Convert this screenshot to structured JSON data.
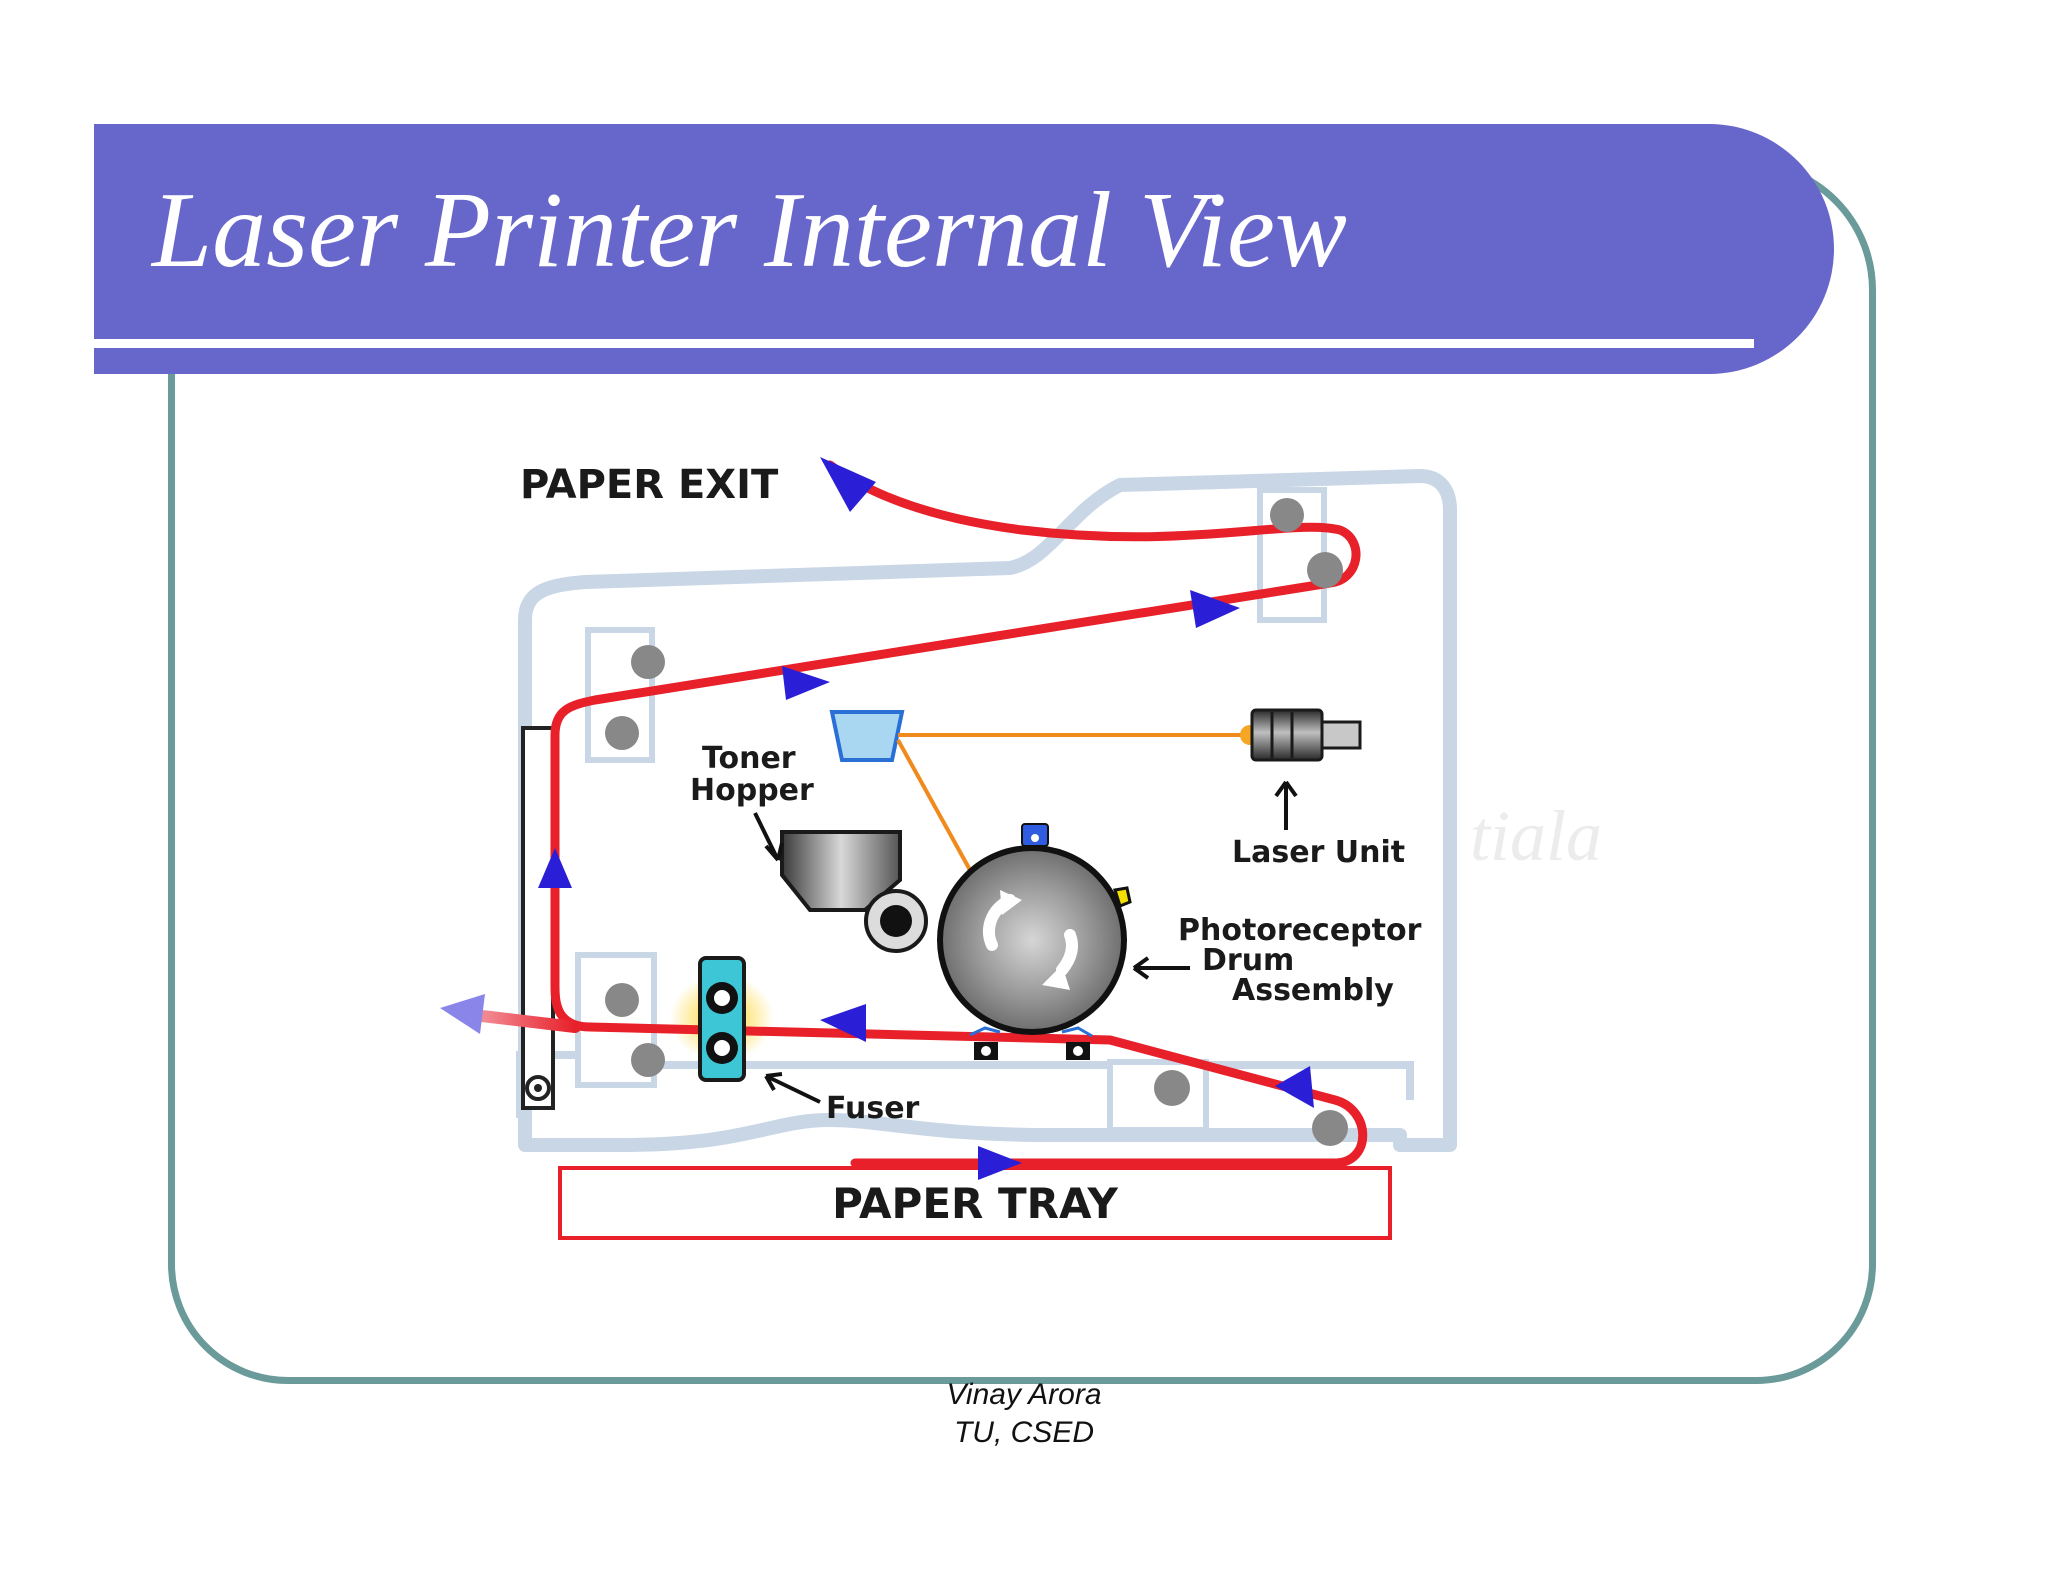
{
  "slide": {
    "title": "Laser Printer Internal View",
    "footer_line1": "Vinay Arora",
    "footer_line2": "TU, CSED"
  },
  "diagram": {
    "labels": {
      "paper_exit": "PAPER EXIT",
      "toner_line1": "Toner",
      "toner_line2": "Hopper",
      "laser_unit": "Laser Unit",
      "drum_line1": "Photoreceptor",
      "drum_line2": "Drum",
      "drum_line3": "Assembly",
      "fuser": "Fuser",
      "paper_tray": "PAPER TRAY",
      "watermark_fragment": "tiala"
    },
    "colors": {
      "title_bar": "#6767cb",
      "frame_border": "#6a9a99",
      "paper_path": "#e8202a",
      "flow_arrows": "#2a1fd6",
      "laser_beam": "#f08a1c",
      "chassis_outline": "#c9d6e6",
      "fuser_body": "#3cc6d6"
    }
  }
}
